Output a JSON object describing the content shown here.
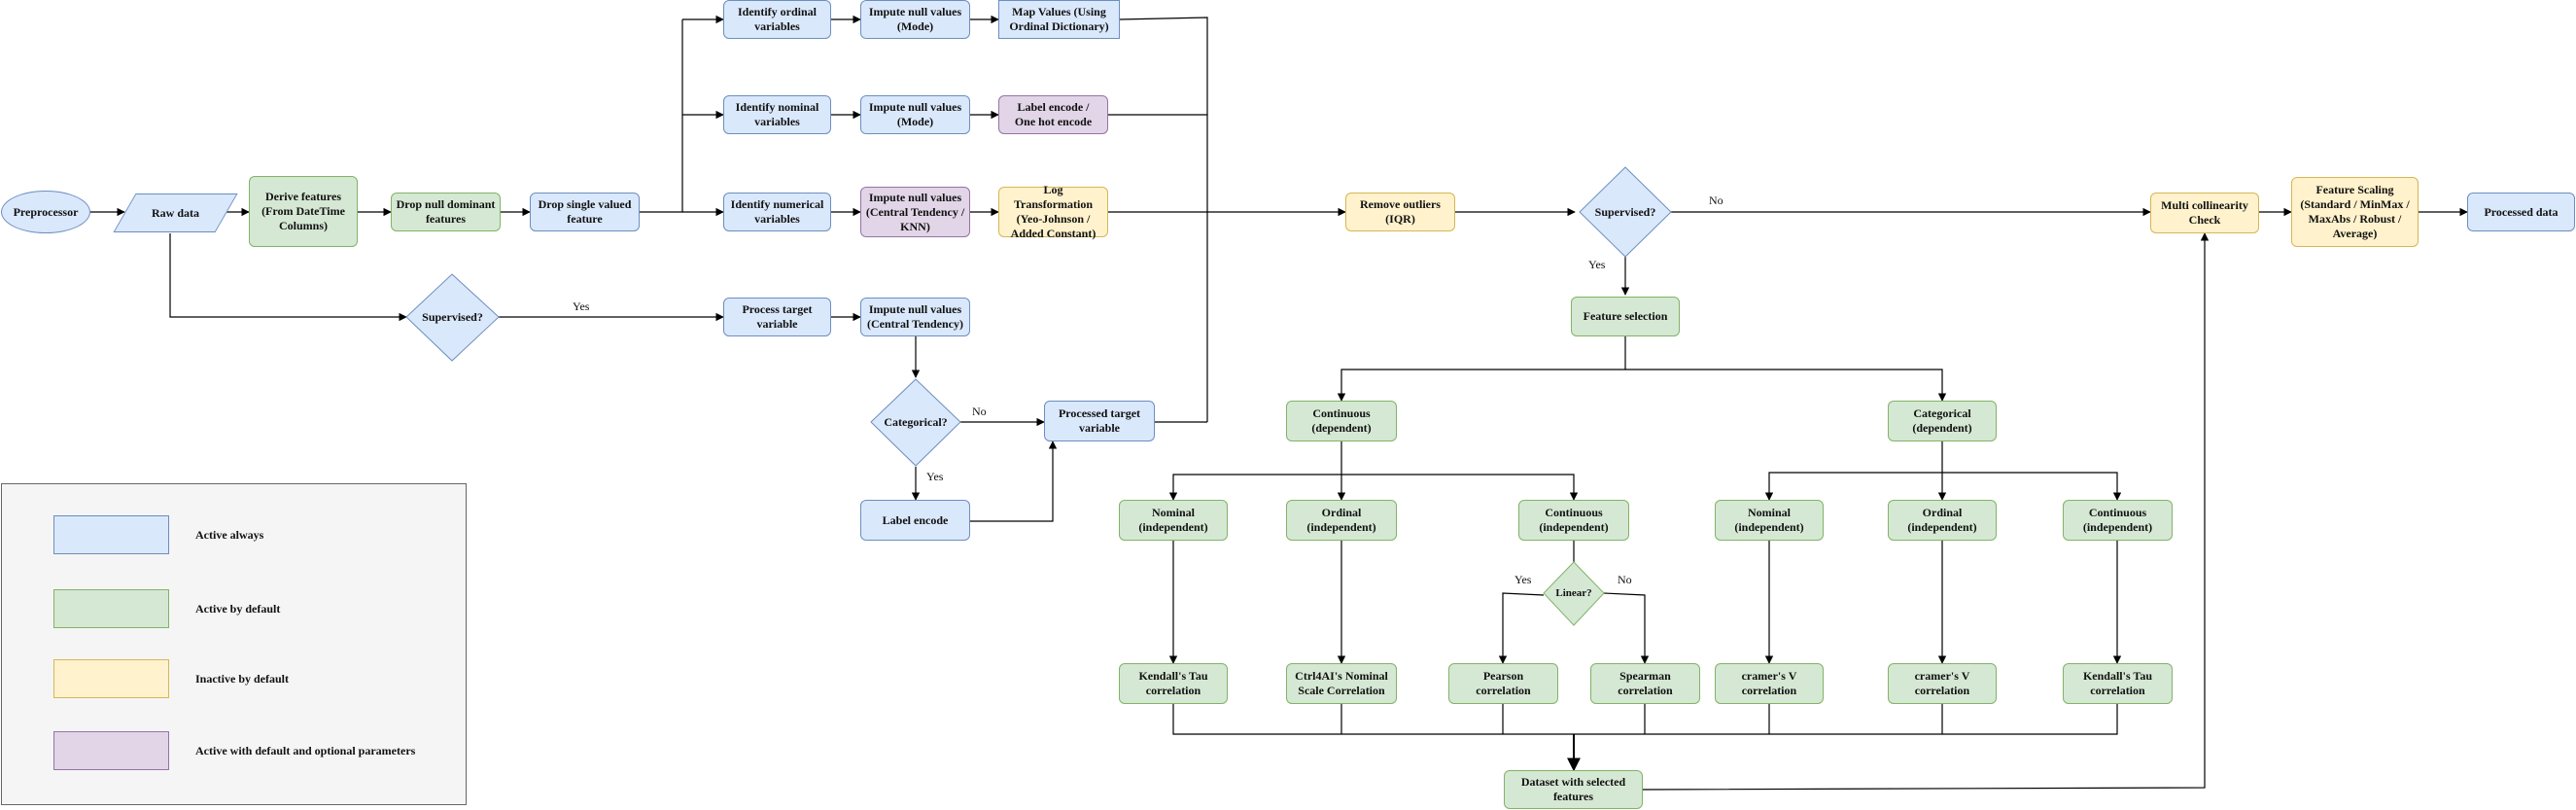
{
  "nodes": {
    "preprocessor": "Preprocessor",
    "raw_data": "Raw data",
    "derive_features": "Derive features\n(From DateTime\nColumns)",
    "drop_null_dominant": "Drop null dominant\nfeatures",
    "drop_single_valued": "Drop single valued\nfeature",
    "identify_ordinal": "Identify ordinal\nvariables",
    "impute_mode_ordinal": "Impute null values\n(Mode)",
    "map_values": "Map Values (Using\nOrdinal Dictionary)",
    "identify_nominal": "Identify nominal\nvariables",
    "impute_mode_nominal": "Impute null values\n(Mode)",
    "label_onehot": "Label encode  /\nOne hot encode",
    "identify_numerical": "Identify numerical\nvariables",
    "impute_central_knn": "Impute null values\n(Central Tendency /\nKNN)",
    "log_transform": "Log Transformation\n(Yeo-Johnson /\nAdded Constant)",
    "supervised_left": "Supervised?",
    "process_target": "Process target\nvariable",
    "impute_central_target": "Impute null values\n(Central Tendency)",
    "categorical_q": "Categorical?",
    "processed_target": "Processed target\nvariable",
    "label_encode": "Label encode",
    "remove_outliers": "Remove outliers\n(IQR)",
    "supervised_right": "Supervised?",
    "multi_collinearity": "Multi collinearity\nCheck",
    "feature_scaling": "Feature Scaling\n(Standard / MinMax /\nMaxAbs / Robust /\nAverage)",
    "processed_data": "Processed data",
    "feature_selection": "Feature selection",
    "continuous_dep": "Continuous\n(dependent)",
    "categorical_dep": "Categorical\n(dependent)",
    "nominal_ind_1": "Nominal\n(independent)",
    "ordinal_ind_1": "Ordinal\n(independent)",
    "continuous_ind_1": "Continuous\n(independent)",
    "linear_q": "Linear?",
    "nominal_ind_2": "Nominal\n(independent)",
    "ordinal_ind_2": "Ordinal\n(independent)",
    "continuous_ind_2": "Continuous\n(independent)",
    "kendall_1": "Kendall's Tau\ncorrelation",
    "ctrl4ai": "Ctrl4AI's Nominal\nScale Correlation",
    "pearson": "Pearson\ncorrelation",
    "spearman": "Spearman\ncorrelation",
    "cramer_1": "cramer's V\ncorrelation",
    "cramer_2": "cramer's V\ncorrelation",
    "kendall_2": "Kendall's Tau\ncorrelation",
    "dataset_selected": "Dataset with selected\nfeatures"
  },
  "edge_labels": {
    "yes_supervised_left": "Yes",
    "no_categorical": "No",
    "yes_categorical": "Yes",
    "no_supervised_right": "No",
    "yes_supervised_right": "Yes",
    "yes_linear": "Yes",
    "no_linear": "No"
  },
  "legend": {
    "items": [
      {
        "label": "Active always",
        "color": "#dae8fc",
        "border": "#6c8ebf"
      },
      {
        "label": "Active by default",
        "color": "#d5e8d4",
        "border": "#82b366"
      },
      {
        "label": "Inactive by default",
        "color": "#fff2cc",
        "border": "#d6b656"
      },
      {
        "label": "Active with default and optional parameters",
        "color": "#e1d5e7",
        "border": "#9673a6"
      }
    ]
  },
  "colors": {
    "blue_fill": "#dae8fc",
    "blue_stroke": "#6c8ebf",
    "green_fill": "#d5e8d4",
    "green_stroke": "#82b366",
    "yellow_fill": "#fff2cc",
    "yellow_stroke": "#d6b656",
    "purple_fill": "#e1d5e7",
    "purple_stroke": "#9673a6",
    "line": "#000000"
  }
}
